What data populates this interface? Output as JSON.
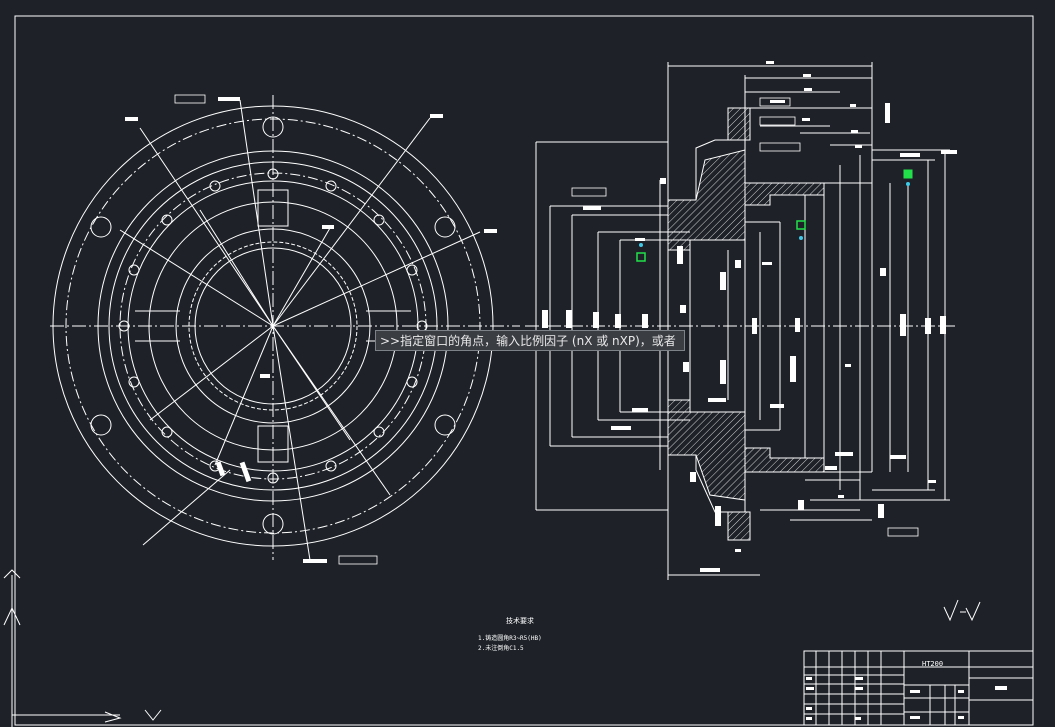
{
  "command_prompt": {
    "text": ">>指定窗口的角点，输入比例因子 (nX 或 nXP)，或者"
  },
  "title_block": {
    "material": "HT200"
  },
  "technical_requirements": {
    "title": "技术要求",
    "line1": "1.铸造圆角R3~R5(HB)",
    "line2": "2.未注倒角C1.5"
  },
  "colors": {
    "background": "#1e2228",
    "lines": "#ffffff",
    "dimension": "#d8d8d8",
    "grip": "#22e04a",
    "tooltip_bg": "#3a3d42"
  }
}
